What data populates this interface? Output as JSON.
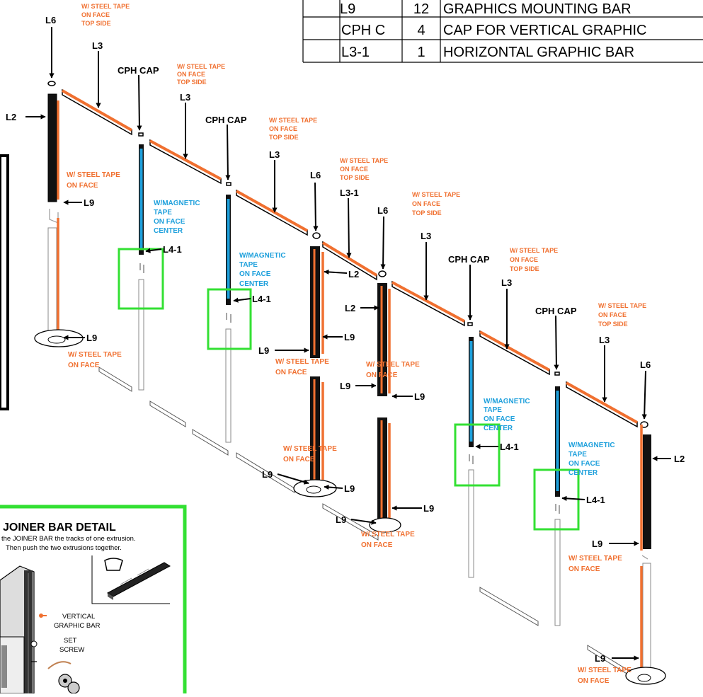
{
  "parts_table": {
    "rows": [
      {
        "part": "L9",
        "qty": "12",
        "desc": "GRAPHICS MOUNTING BAR"
      },
      {
        "part": "CPH C",
        "qty": "4",
        "desc": "CAP FOR VERTICAL GRAPHIC"
      },
      {
        "part": "L3-1",
        "qty": "1",
        "desc": "HORIZONTAL GRAPHIC BAR"
      }
    ]
  },
  "labels": {
    "steel_tape_face_top_side": [
      "W/ STEEL TAPE",
      "ON FACE",
      "TOP SIDE"
    ],
    "steel_tape_face": [
      "W/ STEEL TAPE",
      "ON FACE"
    ],
    "magnetic_tape_center": [
      "W/MAGNETIC",
      "TAPE",
      "ON FACE",
      "CENTER"
    ],
    "cph_cap": "CPH CAP",
    "l2": "L2",
    "l3": "L3",
    "l3_1": "L3-1",
    "l4_1": "L4-1",
    "l6": "L6",
    "l9": "L9"
  },
  "detail": {
    "title": "JOINER BAR DETAIL",
    "line1": "the JOINER BAR the  tracks of one extrusion.",
    "line2": "Then push the two extrusions together.",
    "vertical_graphic_bar": [
      "VERTICAL",
      "GRAPHIC BAR"
    ],
    "set_screw": [
      "SET",
      "SCREW"
    ]
  },
  "colors": {
    "steel_tape": "#f07030",
    "magnetic_tape": "#1ea0dc",
    "highlight": "#33e033",
    "line": "#000000"
  }
}
